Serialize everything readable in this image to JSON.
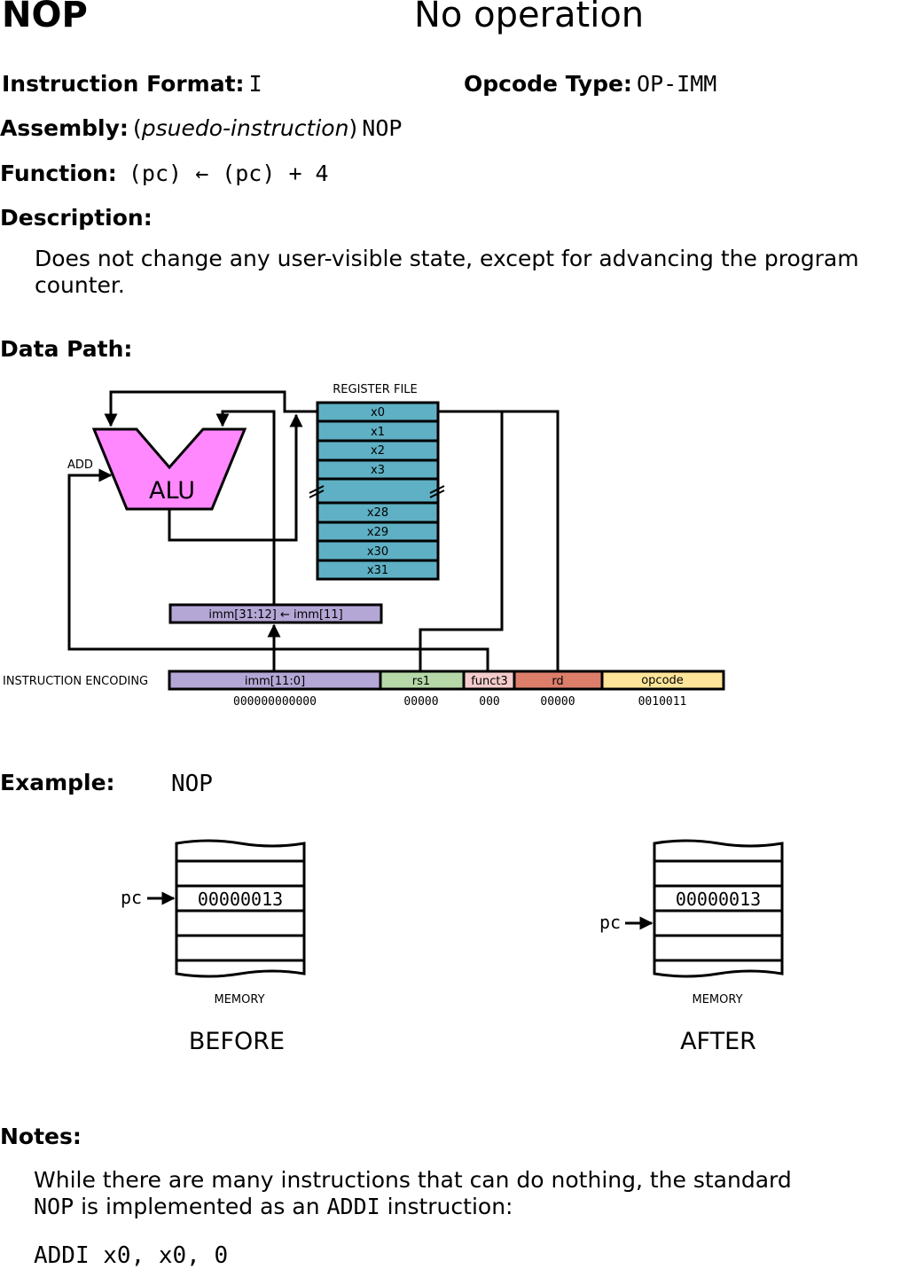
{
  "header": {
    "mnemonic": "NOP",
    "name": "No operation"
  },
  "fields": {
    "format_label": "Instruction Format:",
    "format_value": "I",
    "opcode_type_label": "Opcode Type:",
    "opcode_type_value": "OP-IMM",
    "assembly_label": "Assembly:",
    "assembly_open": "(",
    "assembly_note": "psuedo-instruction",
    "assembly_close": ")",
    "assembly_value": "NOP",
    "function_label": "Function:",
    "function_value": "(pc) ← (pc) + 4",
    "description_label": "Description:",
    "description_text": "Does not change any user-visible state, except for advancing the program counter."
  },
  "datapath": {
    "label": "Data Path:",
    "register_file_title": "REGISTER FILE",
    "registers_top": [
      "x0",
      "x1",
      "x2",
      "x3"
    ],
    "registers_bottom": [
      "x28",
      "x29",
      "x30",
      "x31"
    ],
    "alu_label": "ALU",
    "alu_op": "ADD",
    "sign_extend_label": "imm[31:12] ← imm[11]",
    "encoding_label": "INSTRUCTION ENCODING",
    "encoding_fields": [
      {
        "name": "imm[11:0]",
        "bits": "000000000000",
        "color": "#b4a7d6"
      },
      {
        "name": "rs1",
        "bits": "00000",
        "color": "#b6d7a8"
      },
      {
        "name": "funct3",
        "bits": "000",
        "color": "#f4cccc"
      },
      {
        "name": "rd",
        "bits": "00000",
        "color": "#dd7e6b"
      },
      {
        "name": "opcode",
        "bits": "0010011",
        "color": "#ffe599"
      }
    ],
    "register_color": "#5fb0c4",
    "alu_color": "#ff88ff"
  },
  "example": {
    "label": "Example:",
    "value": "NOP",
    "before": {
      "caption": "BEFORE",
      "memory_label": "MEMORY",
      "pc_label": "pc",
      "word": "00000013"
    },
    "after": {
      "caption": "AFTER",
      "memory_label": "MEMORY",
      "pc_label": "pc",
      "word": "00000013"
    }
  },
  "notes": {
    "label": "Notes:",
    "line1": "While there are many instructions that can do nothing, the standard",
    "line2_code1": "NOP",
    "line2_mid": " is implemented as an ",
    "line2_code2": "ADDI",
    "line2_end": " instruction:",
    "code": "ADDI x0, x0, 0"
  }
}
